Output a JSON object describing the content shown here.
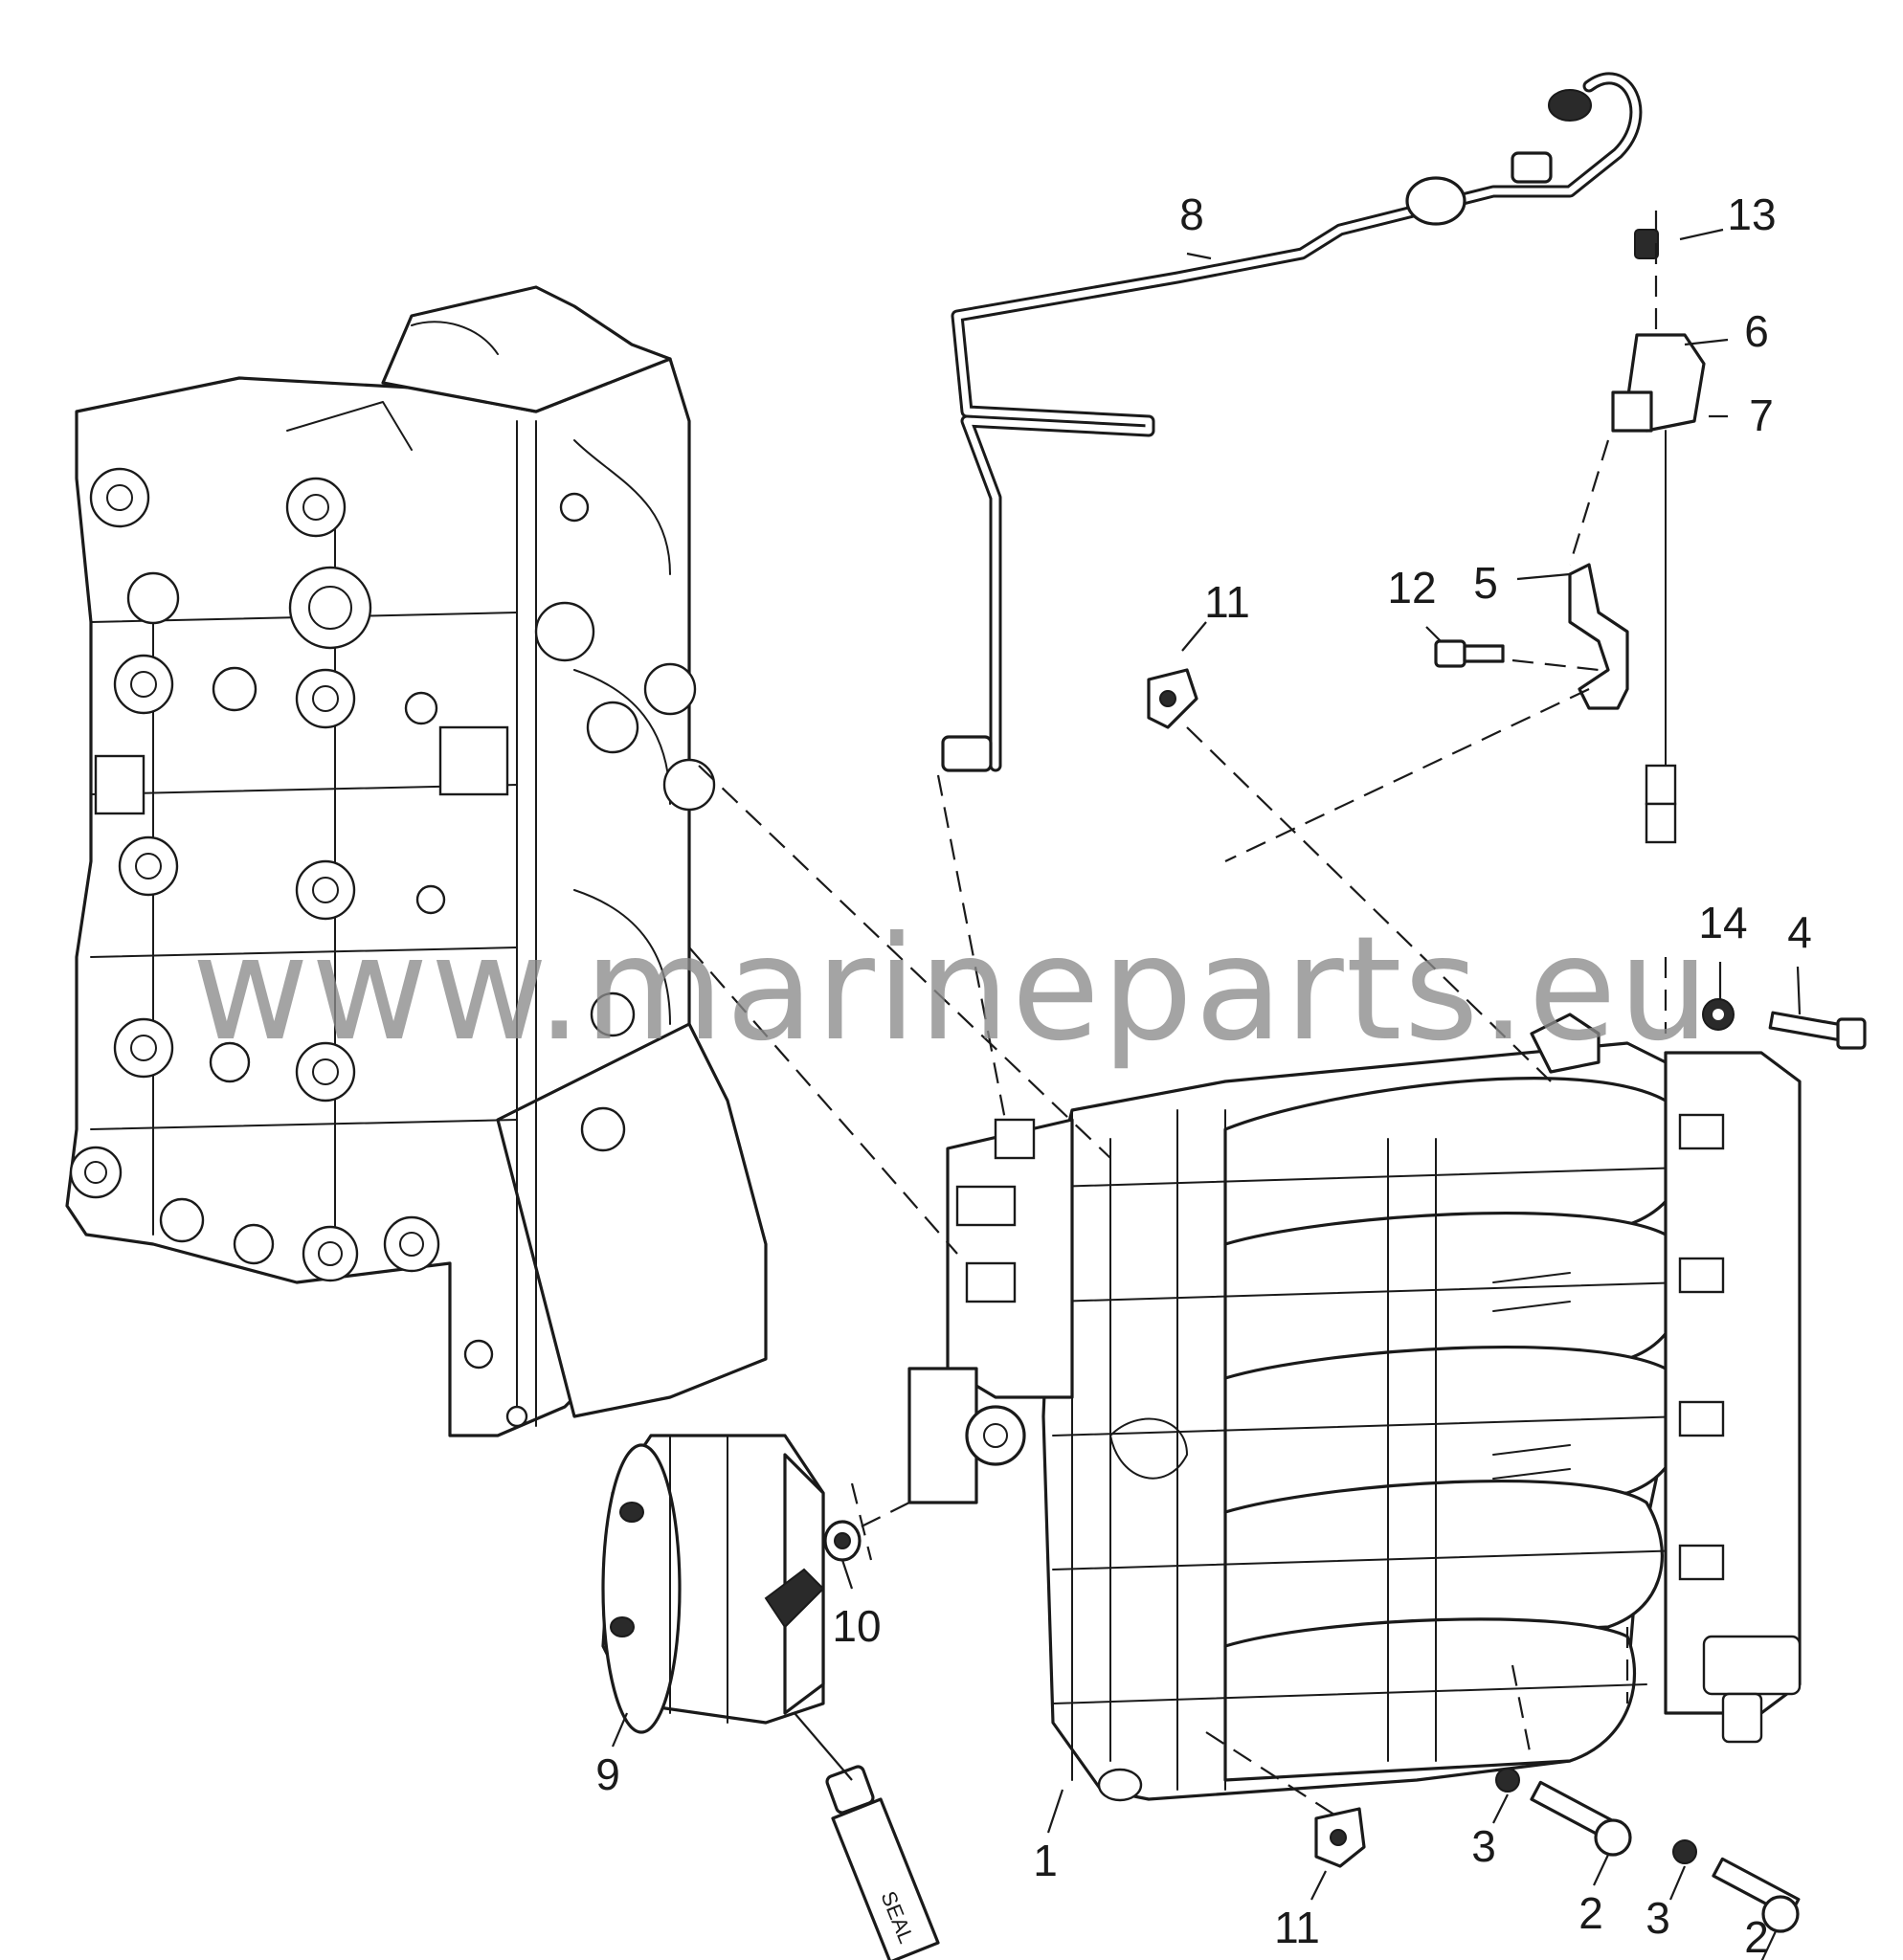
{
  "watermark": "www.marineparts.eu",
  "callouts": {
    "c1": "1",
    "c2a": "2",
    "c2b": "2",
    "c3a": "3",
    "c3b": "3",
    "c4": "4",
    "c5": "5",
    "c6": "6",
    "c7": "7",
    "c8": "8",
    "c9": "9",
    "c10": "10",
    "c11a": "11",
    "c11b": "11",
    "c12": "12",
    "c13": "13",
    "c14": "14"
  }
}
